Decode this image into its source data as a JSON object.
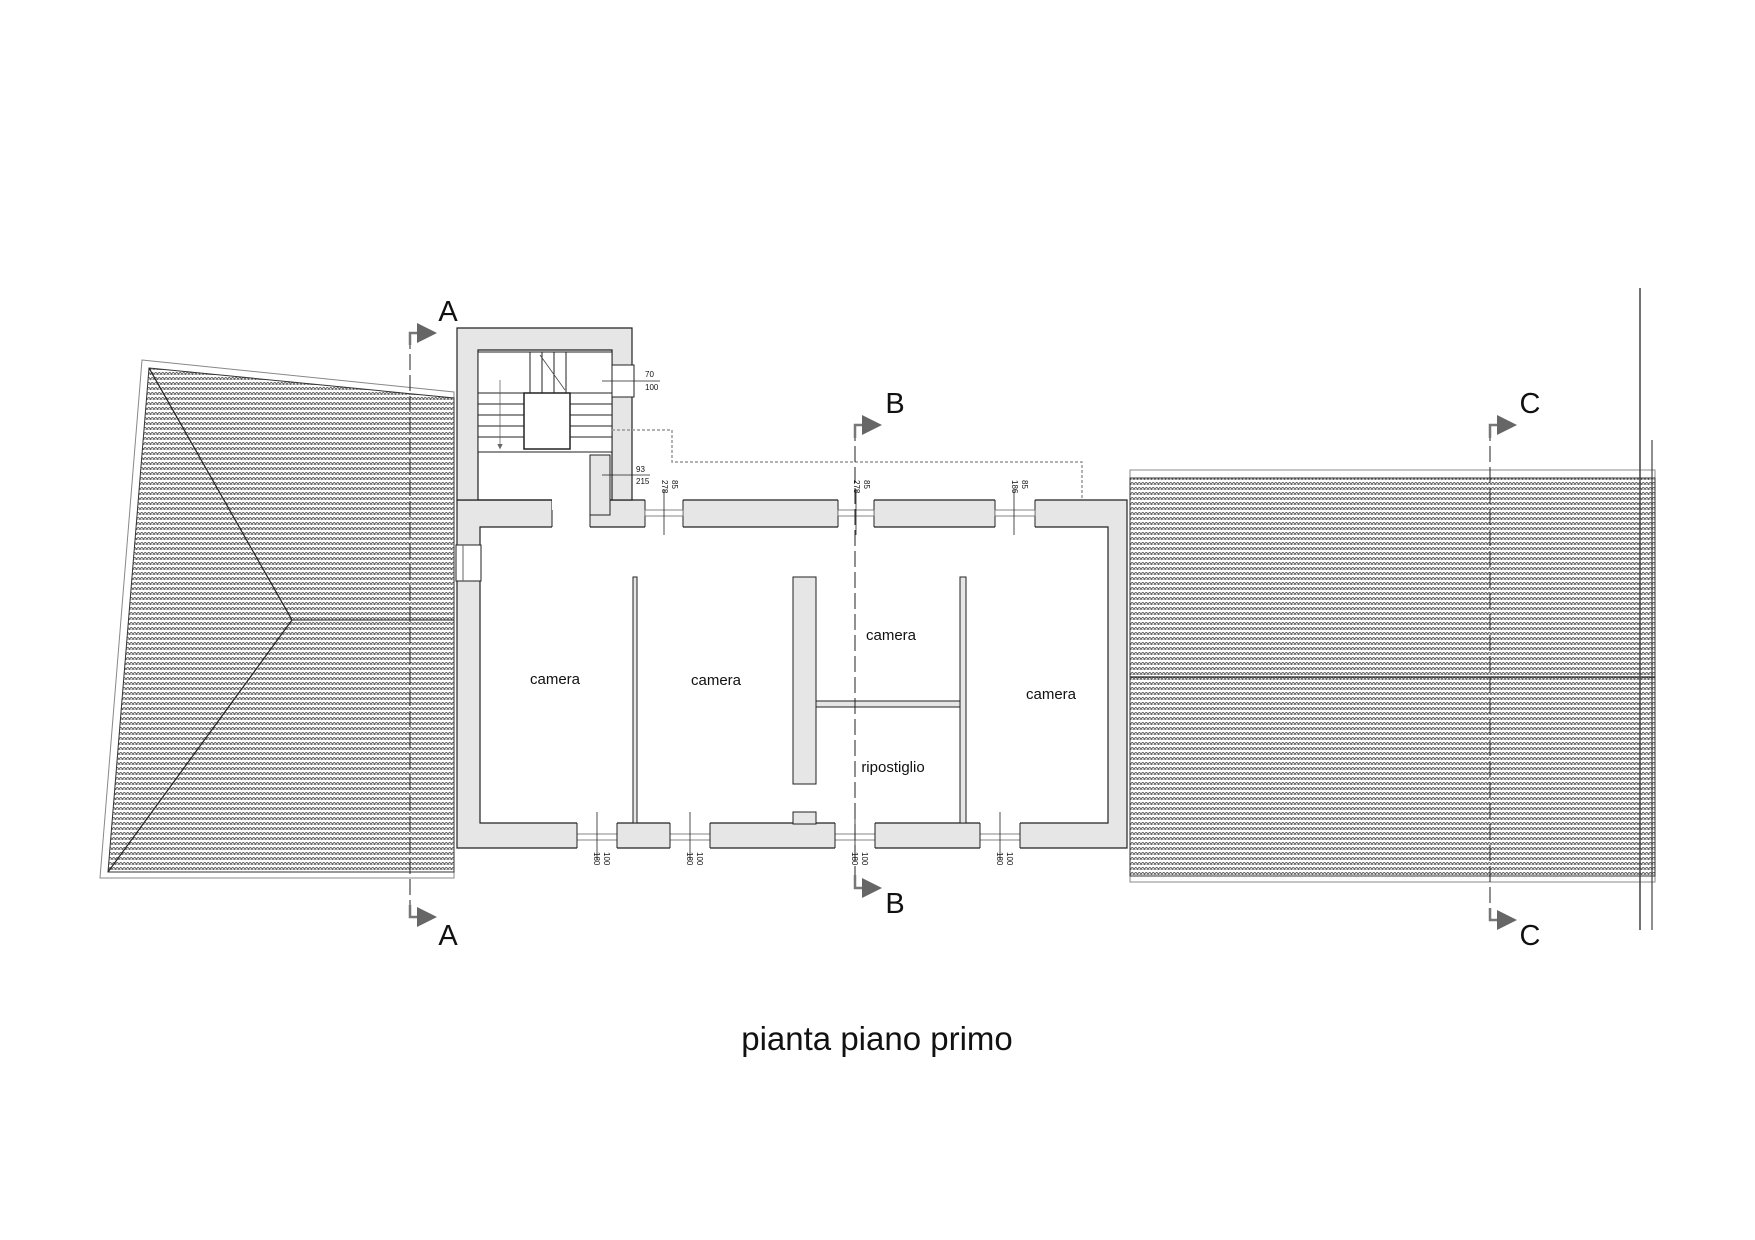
{
  "title": "pianta piano primo",
  "rooms": {
    "camera_1": "camera",
    "camera_2": "camera",
    "camera_3": "camera",
    "camera_4": "camera",
    "ripostiglio": "ripostiglio"
  },
  "sections": {
    "a_top": "A",
    "a_bottom": "A",
    "b_top": "B",
    "b_bottom": "B",
    "c_top": "C",
    "c_bottom": "C"
  },
  "dimensions": {
    "stair_window_w": "70",
    "stair_window_h": "100",
    "stair_door_w": "93",
    "stair_door_h": "215",
    "north_1_w": "85",
    "north_1_h": "278",
    "north_2_w": "85",
    "north_2_h": "278",
    "north_3_w": "85",
    "north_3_h": "186",
    "south_1_w": "100",
    "south_1_h": "180",
    "south_2_w": "100",
    "south_2_h": "180",
    "south_3_w": "100",
    "south_3_h": "180",
    "south_4_w": "100",
    "south_4_h": "180"
  },
  "colors": {
    "wall_fill": "#e6e6e6",
    "line": "#222222",
    "roof_tile": "#555555"
  }
}
